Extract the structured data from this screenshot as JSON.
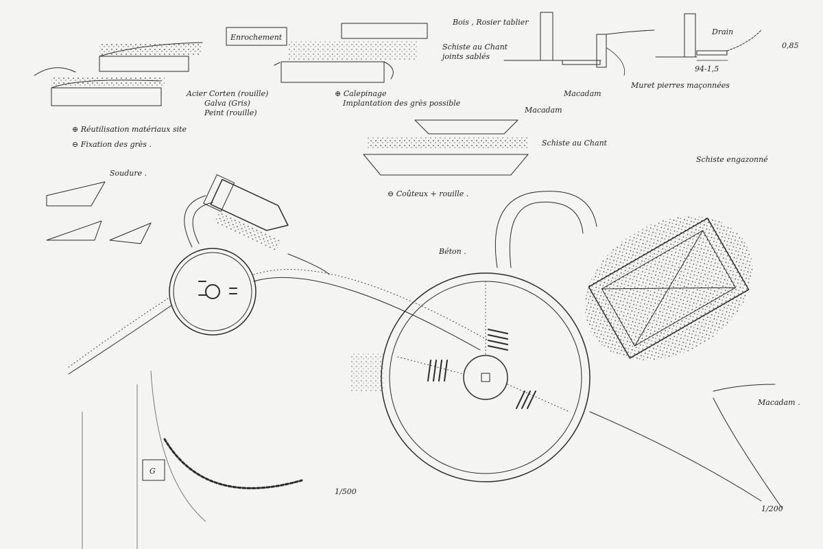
{
  "labels": {
    "enrochement": "Enrochement",
    "bois_rosier": "Bois , Rosier tablier",
    "schiste_chant_joints_1": "Schiste au Chant",
    "schiste_chant_joints_2": "joints sablés",
    "acier_1": "Acier Corten (rouille)",
    "acier_2": "Galva (Gris)",
    "acier_3": "Peint (rouille)",
    "plus_reutilisation": "⊕ Réutilisation matériaux site",
    "minus_fixation": "⊖ Fixation des grès .",
    "plus_calepinage_1": "⊕ Calepinage",
    "plus_calepinage_2": "Implantation des grès possible",
    "macadam_top": "Macadam",
    "muret": "Muret pierres maçonnées",
    "drain": "Drain",
    "dim_94": "94-1,5",
    "dim_085": "0,85",
    "macadam_mid": "Macadam",
    "schiste_chant": "Schiste au Chant",
    "minus_couteux": "⊖ Coûteux + rouille .",
    "soudure": "Soudure .",
    "beton": "Béton .",
    "schiste_engazonne": "Schiste engazonné",
    "macadam_right": "Macadam .",
    "scale_500": "1/500",
    "scale_200": "1/200",
    "marker_g": "G"
  },
  "colors": {
    "paper": "#f4f4f3",
    "ink": "#2a2a2a",
    "shade": "#8a8a8a"
  }
}
